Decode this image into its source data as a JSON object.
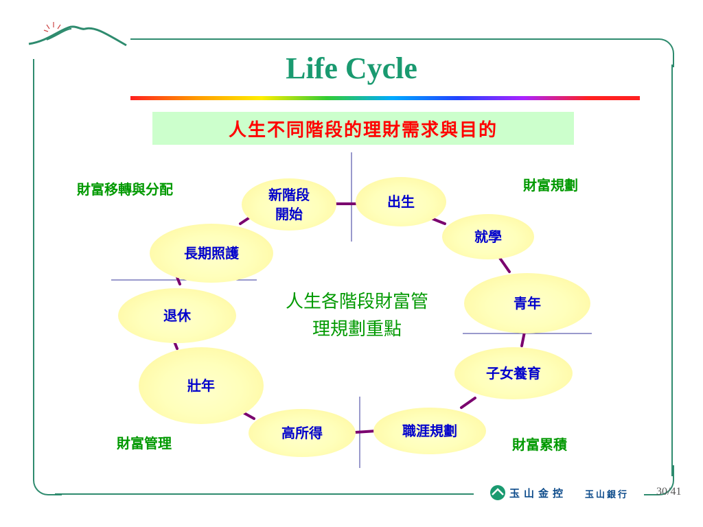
{
  "title": "Life Cycle",
  "subtitle": "人生不同階段的理財需求與目的",
  "center_text": [
    "人生各階段財富管",
    "理規劃重點"
  ],
  "quadrants": {
    "top_left": "財富移轉與分配",
    "top_right": "財富規劃",
    "bottom_left": "財富管理",
    "bottom_right": "財富累積"
  },
  "stages": {
    "new_start": [
      "新階段",
      "開始"
    ],
    "birth": "出生",
    "schooling": "就學",
    "youth": "青年",
    "child_rearing": "子女養育",
    "career_planning": "職涯規劃",
    "high_income": "高所得",
    "prime": "壯年",
    "retirement": "退休",
    "long_term_care": "長期照護"
  },
  "footer": {
    "company": "玉山金控",
    "bank": "玉山銀行",
    "page": "30/41"
  },
  "colors": {
    "accent_green": "#1a9a70",
    "stage_text": "#0000cc",
    "connector": "#7a006e",
    "divider": "#333399"
  }
}
